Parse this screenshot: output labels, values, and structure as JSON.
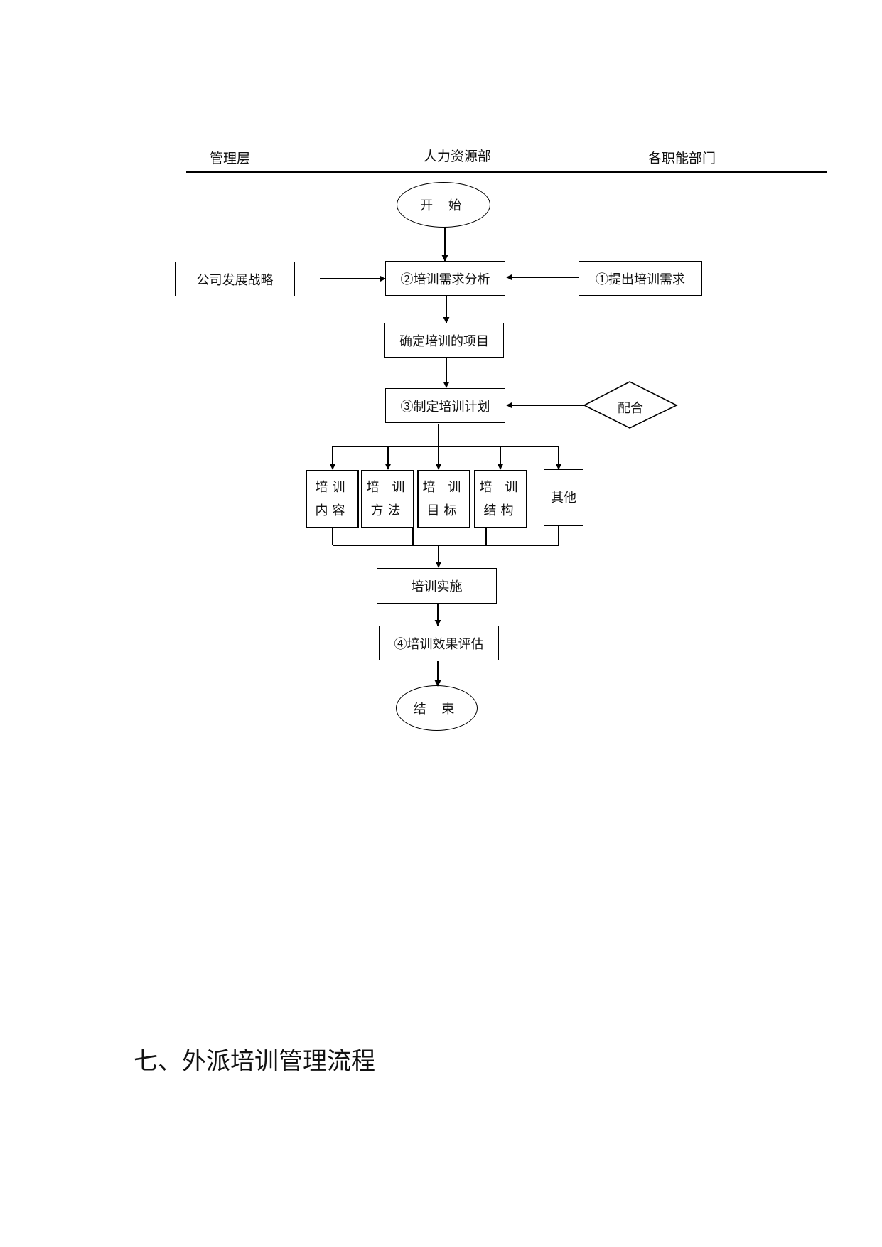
{
  "lanes": {
    "management": "管理层",
    "hr": "人力资源部",
    "departments": "各职能部门"
  },
  "nodes": {
    "start": "开 始",
    "strategy": "公司发展战略",
    "needs_analysis": "②培训需求分析",
    "propose_needs": "①提出培训需求",
    "determine_items": "确定培训的项目",
    "make_plan": "③制定培训计划",
    "cooperate": "配合",
    "content": "培训内容",
    "method": "培 训方法",
    "goal": "培 训目标",
    "structure": "培 训结构",
    "other": "其他",
    "implement": "培训实施",
    "evaluate": "④培训效果评估",
    "end": "结 束"
  },
  "section_heading": "七、外派培训管理流程"
}
